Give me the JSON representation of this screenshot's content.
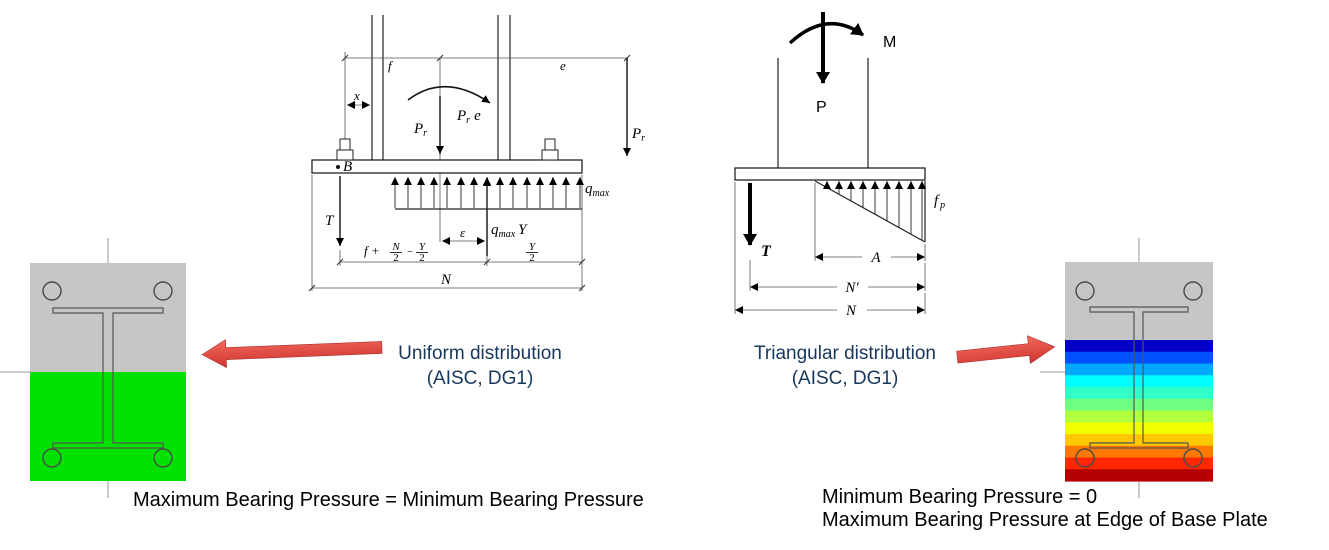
{
  "captions": {
    "uniform": {
      "title": "Uniform distribution",
      "subtitle": "(AISC, DG1)"
    },
    "triangular": {
      "title": "Triangular distribution",
      "subtitle": "(AISC, DG1)"
    },
    "left_plate": "Maximum Bearing Pressure = Minimum Bearing Pressure",
    "right_plate_line1": "Minimum Bearing Pressure = 0",
    "right_plate_line2": "Maximum Bearing Pressure at Edge of Base Plate"
  },
  "uniform_diagram": {
    "labels": {
      "f": "f",
      "x": "x",
      "e": "e",
      "moment": {
        "main": "P",
        "sub": "r",
        "tail": "e"
      },
      "axial": {
        "main": "P",
        "sub": "r"
      },
      "axial_right": {
        "main": "P",
        "sub": "r"
      },
      "point_b": "B",
      "q_max": {
        "main": "q",
        "sub": "max"
      },
      "tension": "T",
      "epsilon": "ε",
      "q_max_y": {
        "main": "q",
        "sub": "max",
        "tail": "Y"
      },
      "dim_left": {
        "prefix": "f +",
        "num1": "N",
        "den1": "2",
        "minus": "−",
        "num2": "Y",
        "den2": "2"
      },
      "dim_right": {
        "num": "Y",
        "den": "2"
      },
      "dim_n": "N"
    }
  },
  "triangular_diagram": {
    "labels": {
      "moment": "M",
      "axial": "P",
      "tension": "T",
      "f_p": {
        "main": "f",
        "sub": "p"
      },
      "dim_a": "A",
      "dim_n_prime": "N′",
      "dim_n": "N"
    }
  },
  "colors": {
    "plate_gray": "#c6c6c6",
    "plate_green": "#00e100",
    "gradient_bands": [
      "#0500c8",
      "#0050ff",
      "#00a8ff",
      "#00ffff",
      "#30ffc8",
      "#70ff80",
      "#b0ff40",
      "#f0ff00",
      "#ffc800",
      "#ff7800",
      "#ff2800",
      "#b40000"
    ],
    "label_navy": "#17375e",
    "arrow_red_top": "#f26b5e",
    "arrow_red_bottom": "#cf332e"
  }
}
